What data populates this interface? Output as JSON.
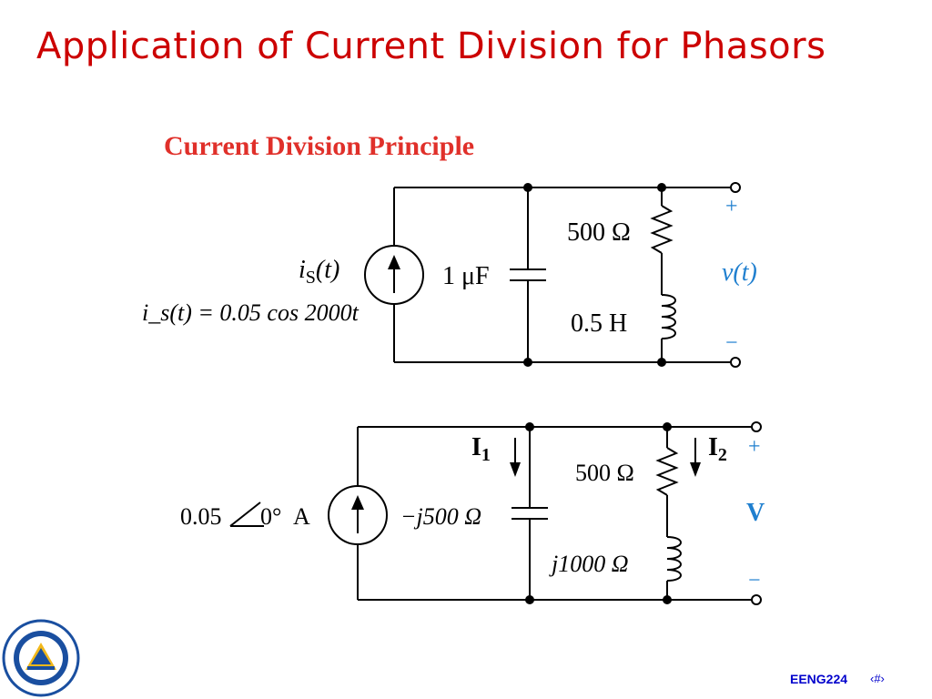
{
  "slide": {
    "title": "Application of Current Division for Phasors",
    "footer_course": "EENG224",
    "footer_page": "‹#›"
  },
  "diagram": {
    "heading": "Current Division Principle",
    "time_domain": {
      "source_label": "i",
      "source_label_sub": "S",
      "source_label_arg": "(t)",
      "equation": "i_s(t) = 0.05 cos 2000t",
      "capacitor": "1 μF",
      "resistor": "500 Ω",
      "inductor": "0.5 H",
      "output_label": "v(t)",
      "plus": "+",
      "minus": "−"
    },
    "phasor_domain": {
      "source_value": "0.05",
      "source_angle": "0°",
      "source_unit": "A",
      "capacitor": "−j500 Ω",
      "resistor": "500 Ω",
      "inductor": "j1000 Ω",
      "current_1": "I",
      "current_1_sub": "1",
      "current_2": "I",
      "current_2_sub": "2",
      "output_label": "V",
      "plus": "+",
      "minus": "−"
    }
  },
  "colors": {
    "title": "#cc0000",
    "heading": "#e0302a",
    "output_label": "#1f7fcf",
    "footer": "#0000cc",
    "wire": "#000000"
  }
}
